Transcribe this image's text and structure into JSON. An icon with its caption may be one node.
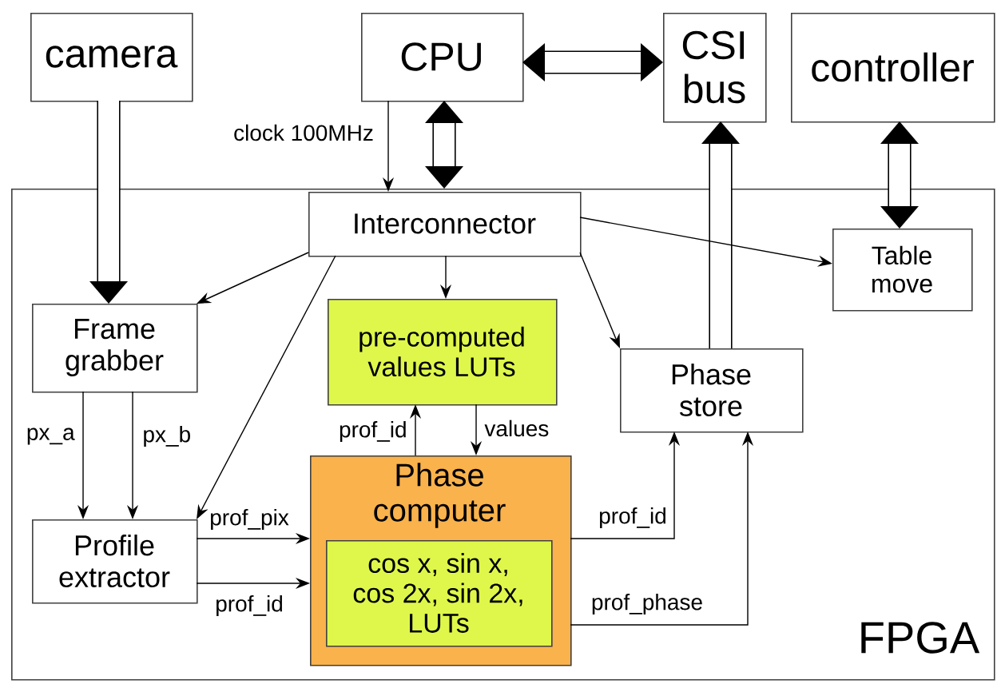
{
  "diagram": {
    "nodes": [
      {
        "text": [
          "FPGA"
        ]
      },
      {
        "text": [
          "camera"
        ]
      },
      {
        "text": [
          "CPU"
        ]
      },
      {
        "text": [
          "CSI bus"
        ]
      },
      {
        "text": [
          "controller"
        ]
      },
      {
        "text": [
          "Interconnector"
        ],
        "in": 0
      },
      {
        "text": [
          "Table move"
        ],
        "in": 0
      },
      {
        "text": [
          "Frame grabber"
        ],
        "in": 0
      },
      {
        "text": [
          "pre-computed values LUTs"
        ],
        "in": 0
      },
      {
        "text": [
          "Phase store"
        ],
        "in": 0
      },
      {
        "text": [
          "Profile extractor"
        ],
        "in": 0
      },
      {
        "text": [
          "Phase computer"
        ],
        "in": 0
      },
      {
        "text": [
          "cos x, sin x, cos 2x, sin 2x, LUTs"
        ],
        "in": 11
      }
    ],
    "edges": [
      {
        "from": 1,
        "to": 7,
        "arrow": "to",
        "style": "thick"
      },
      {
        "from": 2,
        "to": 5,
        "arrow": "both",
        "style": "thick"
      },
      {
        "from": 2,
        "to": 3,
        "arrow": "both",
        "style": "thick"
      },
      {
        "from": 9,
        "to": 3,
        "arrow": "to",
        "style": "thick"
      },
      {
        "from": 4,
        "to": 6,
        "arrow": "both",
        "style": "thick"
      },
      {
        "from": 2,
        "to": 5,
        "arrow": "to",
        "label": "clock 100MHz"
      },
      {
        "from": 5,
        "to": 7,
        "arrow": "to"
      },
      {
        "from": 5,
        "to": 10,
        "arrow": "to"
      },
      {
        "from": 5,
        "to": 8,
        "arrow": "to"
      },
      {
        "from": 5,
        "to": 6,
        "arrow": "to"
      },
      {
        "from": 5,
        "to": 9,
        "arrow": "to"
      },
      {
        "from": 7,
        "to": 10,
        "arrow": "to",
        "label": "px_a"
      },
      {
        "from": 7,
        "to": 10,
        "arrow": "to",
        "label": "px_b"
      },
      {
        "from": 10,
        "to": 11,
        "arrow": "to",
        "label": "prof_pix"
      },
      {
        "from": 10,
        "to": 11,
        "arrow": "to",
        "label": "prof_id"
      },
      {
        "from": 11,
        "to": 8,
        "arrow": "to",
        "label": "prof_id"
      },
      {
        "from": 8,
        "to": 11,
        "arrow": "to",
        "label": "values"
      },
      {
        "from": 11,
        "to": 9,
        "arrow": "to",
        "label": "prof_id"
      },
      {
        "from": 11,
        "to": 9,
        "arrow": "to",
        "label": "prof_phase"
      }
    ]
  }
}
